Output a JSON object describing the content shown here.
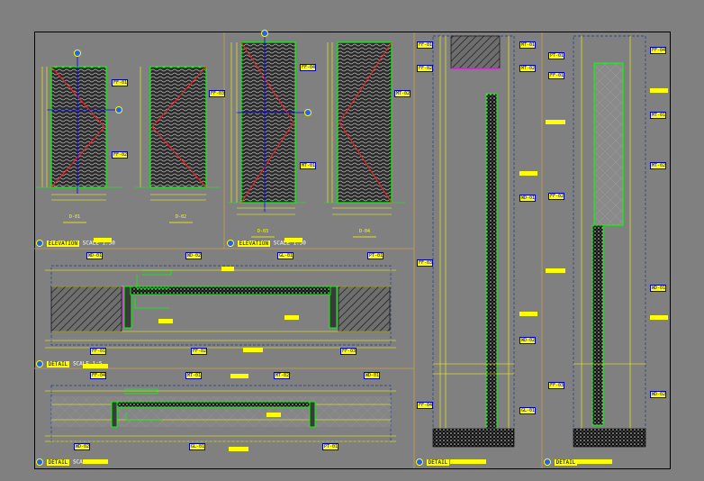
{
  "drawing": {
    "colors": {
      "background": "#808080",
      "frame": "#000000",
      "dimension": "#ffff00",
      "wall_outline": "#00ff00",
      "centerline": "#0000ff",
      "swing_line": "#ff0000",
      "hatch_dark": "#222222",
      "tag_border": "#0000aa"
    },
    "section_titles": [
      {
        "id": "elev-1",
        "label": "ELEVATION",
        "sub": "SCALE 1:30"
      },
      {
        "id": "elev-2",
        "label": "ELEVATION",
        "sub": "SCALE 1:30"
      },
      {
        "id": "plan-1",
        "label": "DETAIL",
        "sub": "SCALE 1:5"
      },
      {
        "id": "plan-2",
        "label": "DETAIL",
        "sub": "SCALE 1:5"
      },
      {
        "id": "sect-1",
        "label": "DETAIL",
        "sub": "SCALE 1:5"
      },
      {
        "id": "sect-2",
        "label": "DETAIL",
        "sub": "SCALE 1:5"
      }
    ],
    "door_labels": [
      "D-01",
      "D-02",
      "D-03",
      "D-04"
    ],
    "tags": [
      "FF-01",
      "FF-02",
      "FF-03",
      "FF-04",
      "MT-01",
      "MT-02",
      "WD-01",
      "WD-02",
      "GL-01",
      "PT-01"
    ]
  }
}
